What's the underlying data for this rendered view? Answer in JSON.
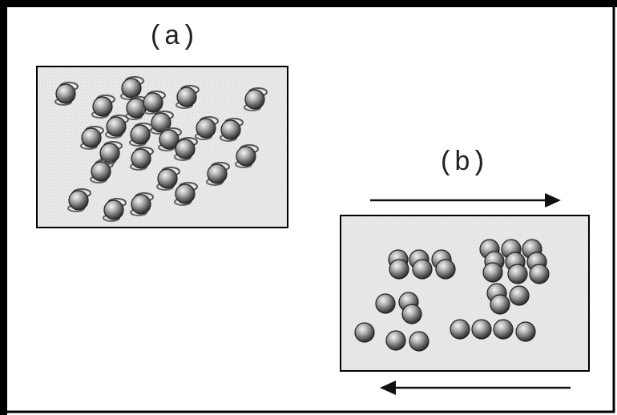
{
  "panels": [
    {
      "id": "a",
      "label": "(a)"
    },
    {
      "id": "b",
      "label": "(b)"
    }
  ],
  "colors": {
    "frame": "#000000",
    "box_fill": "#e6e6e6",
    "particle_light": "#f4f4f4",
    "particle_mid": "#9a9a9a",
    "particle_dark": "#2e2e2e",
    "arrow": "#111111"
  },
  "arrows": [
    {
      "name": "top-arrow",
      "direction": "right"
    },
    {
      "name": "bottom-arrow",
      "direction": "left"
    }
  ]
}
